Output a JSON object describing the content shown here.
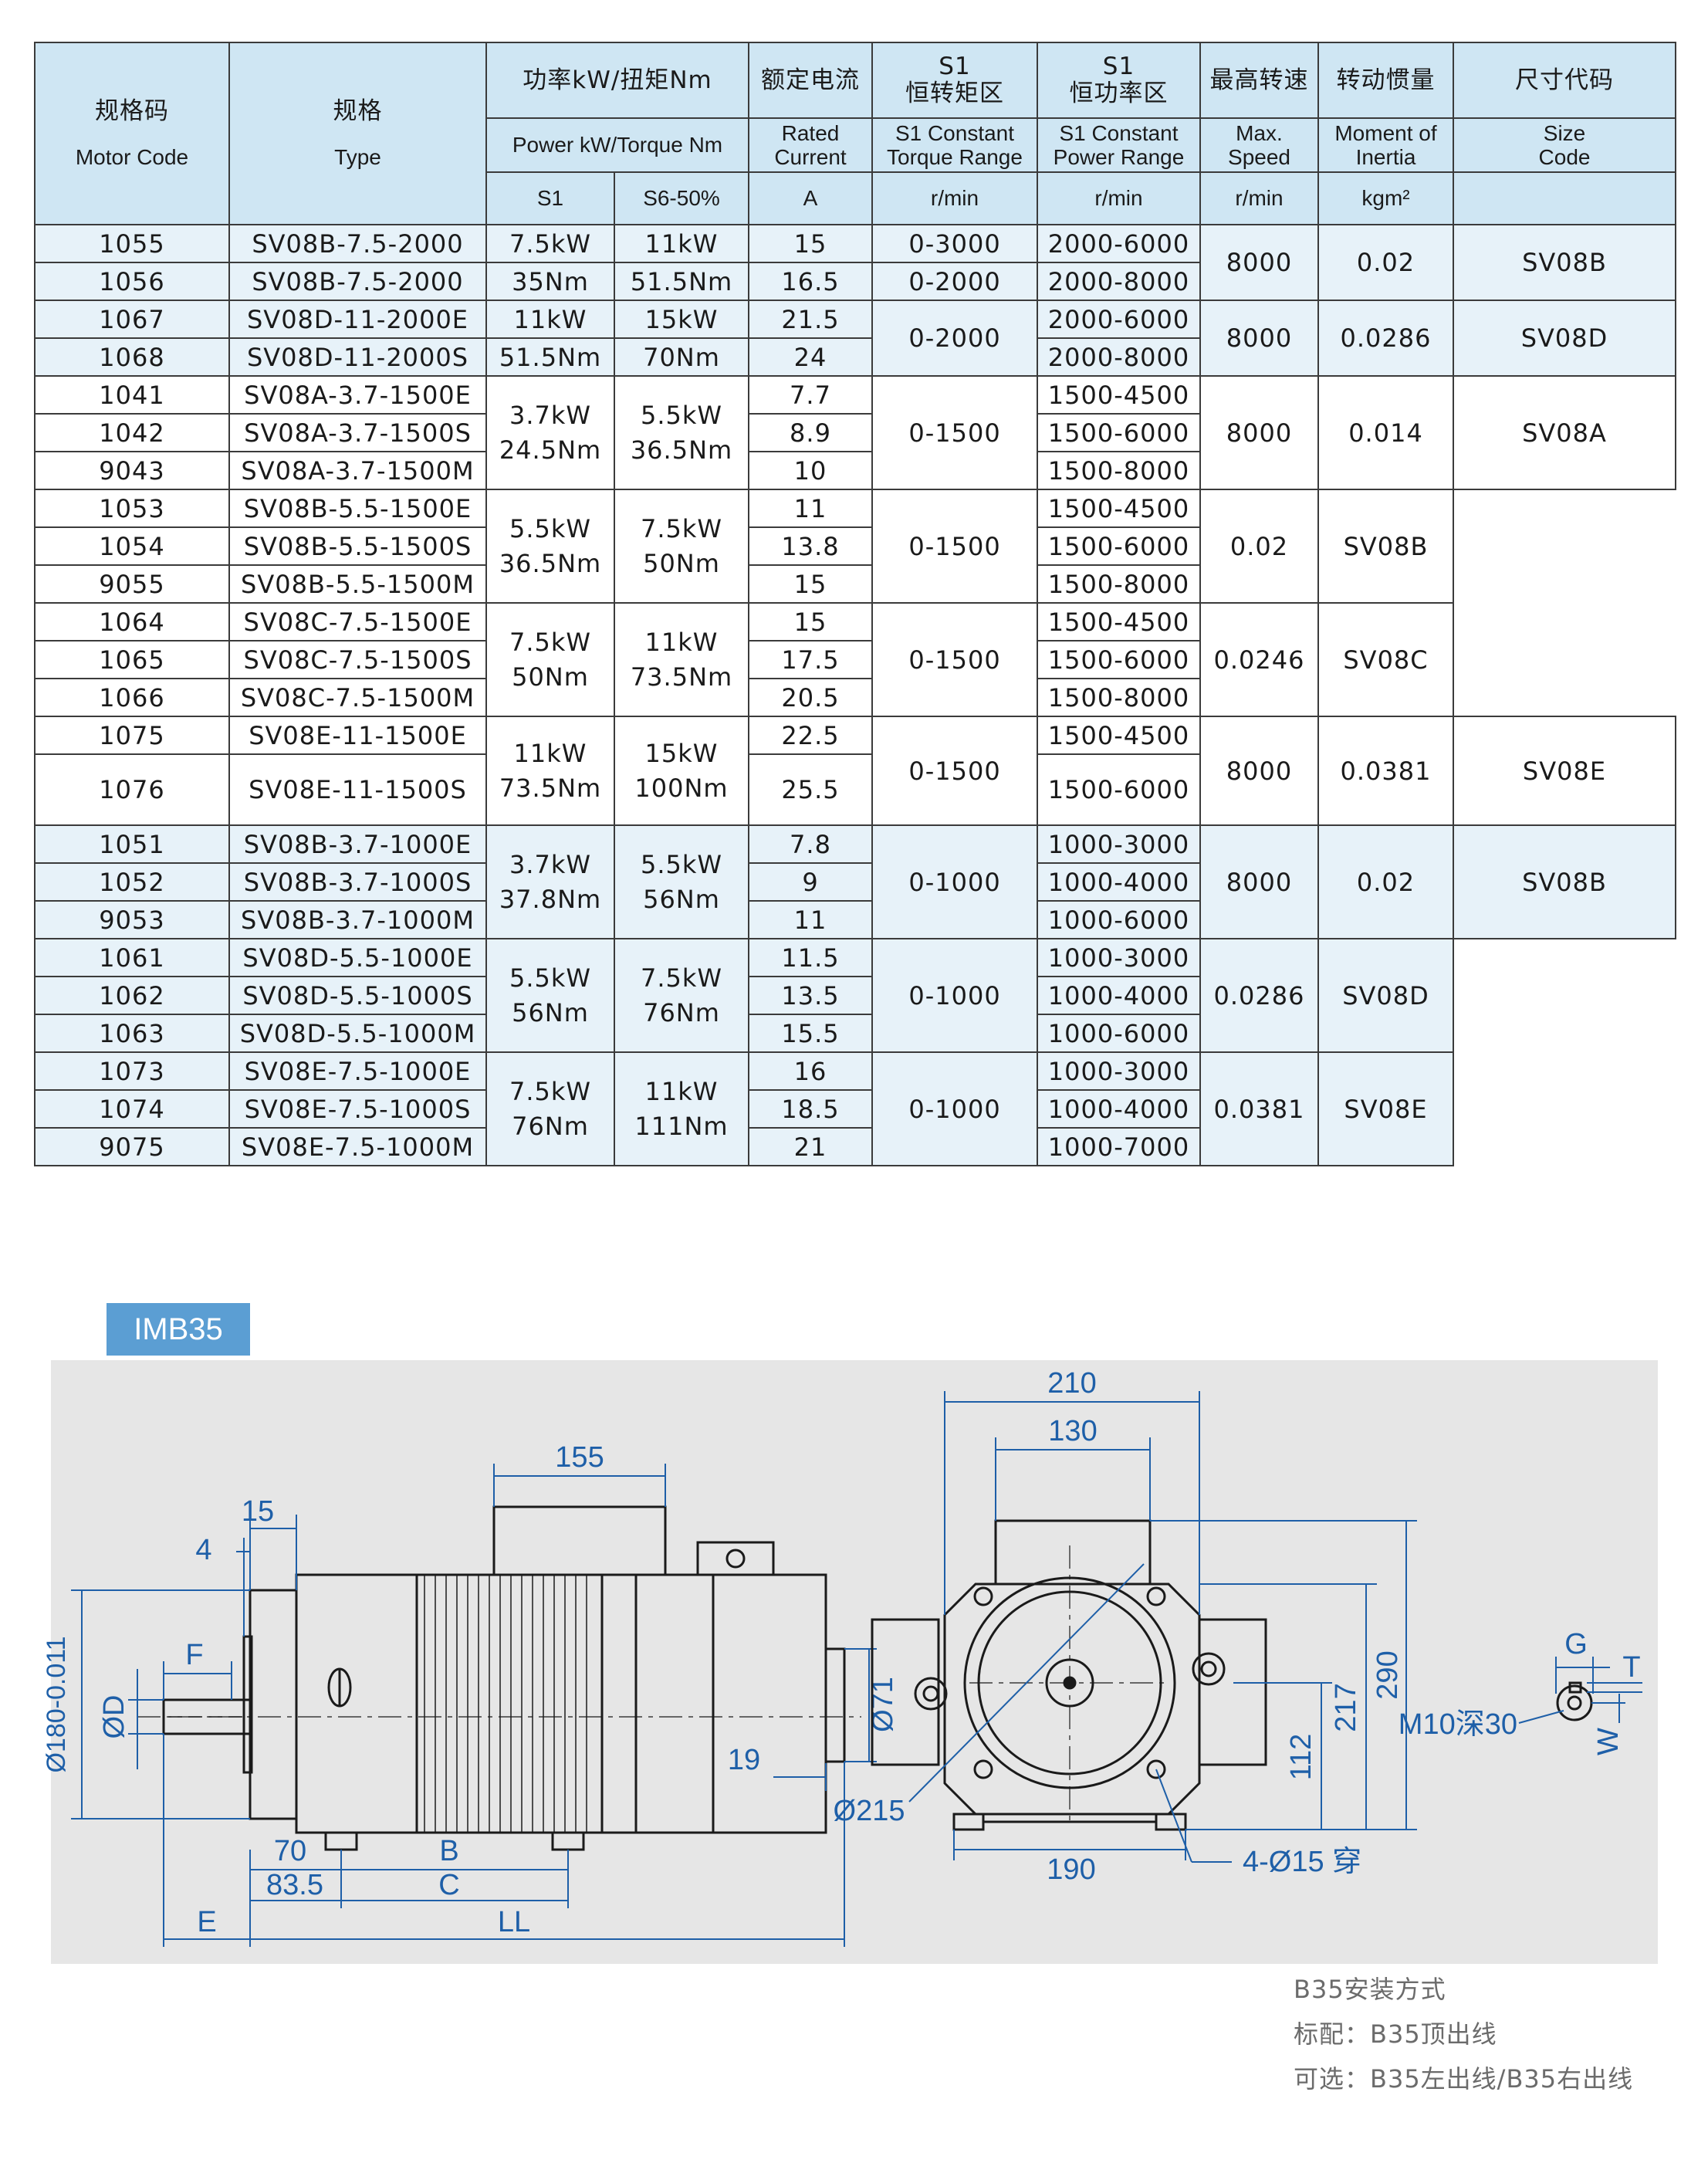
{
  "table": {
    "headers": {
      "motor_code_zh": "规格码",
      "motor_code_en": "Motor Code",
      "type_zh": "规格",
      "type_en": "Type",
      "power_zh": "功率kW/扭矩Nm",
      "power_en": "Power kW/Torque Nm",
      "power_s1": "S1",
      "power_s6": "S6-50%",
      "current_zh": "额定电流",
      "current_en_1": "Rated",
      "current_en_2": "Current",
      "current_unit": "A",
      "torque_range_s1": "S1",
      "torque_range_zh": "恒转矩区",
      "torque_range_en_1": "S1 Constant",
      "torque_range_en_2": "Torque Range",
      "torque_range_unit": "r/min",
      "power_range_s1": "S1",
      "power_range_zh": "恒功率区",
      "power_range_en_1": "S1 Constant",
      "power_range_en_2": "Power Range",
      "power_range_unit": "r/min",
      "speed_zh": "最高转速",
      "speed_en_1": "Max.",
      "speed_en_2": "Speed",
      "speed_unit": "r/min",
      "inertia_zh": "转动惯量",
      "inertia_en_1": "Moment of",
      "inertia_en_2": "Inertia",
      "inertia_unit": "kgm²",
      "size_zh": "尺寸代码",
      "size_en_1": "Size",
      "size_en_2": "Code"
    },
    "groups": [
      {
        "codes": [
          "1055",
          "1056"
        ],
        "types": [
          "SV08B-7.5-2000",
          "SV08B-7.5-2000"
        ],
        "s1": [
          "7.5kW",
          "35Nm"
        ],
        "s6": [
          "11kW",
          "51.5Nm"
        ],
        "currents": [
          "15",
          "16.5"
        ],
        "torque_ranges": [
          "0-3000",
          "0-2000"
        ],
        "power_ranges": [
          "2000-6000",
          "2000-8000"
        ],
        "speed": "8000",
        "inertia": "0.02",
        "size": "SV08B"
      },
      {
        "codes": [
          "1067",
          "1068"
        ],
        "types": [
          "SV08D-11-2000E",
          "SV08D-11-2000S"
        ],
        "s1": [
          "11kW",
          "51.5Nm"
        ],
        "s6": [
          "15kW",
          "70Nm"
        ],
        "currents": [
          "21.5",
          "24"
        ],
        "torque_ranges": [
          "0-2000"
        ],
        "power_ranges": [
          "2000-6000",
          "2000-8000"
        ],
        "speed": "8000",
        "inertia": "0.0286",
        "size": "SV08D"
      },
      {
        "codes": [
          "1041",
          "1042",
          "9043"
        ],
        "types": [
          "SV08A-3.7-1500E",
          "SV08A-3.7-1500S",
          "SV08A-3.7-1500M"
        ],
        "s1": [
          "3.7kW",
          "24.5Nm"
        ],
        "s6": [
          "5.5kW",
          "36.5Nm"
        ],
        "currents": [
          "7.7",
          "8.9",
          "10"
        ],
        "torque_ranges": [
          "0-1500"
        ],
        "power_ranges": [
          "1500-4500",
          "1500-6000",
          "1500-8000"
        ],
        "speed": "8000",
        "inertia": "0.014",
        "size": "SV08A"
      },
      {
        "codes": [
          "1053",
          "1054",
          "9055"
        ],
        "types": [
          "SV08B-5.5-1500E",
          "SV08B-5.5-1500S",
          "SV08B-5.5-1500M"
        ],
        "s1": [
          "5.5kW",
          "36.5Nm"
        ],
        "s6": [
          "7.5kW",
          "50Nm"
        ],
        "currents": [
          "11",
          "13.8",
          "15"
        ],
        "torque_ranges": [
          "0-1500"
        ],
        "power_ranges": [
          "1500-4500",
          "1500-6000",
          "1500-8000"
        ],
        "inertia": "0.02",
        "size": "SV08B"
      },
      {
        "codes": [
          "1064",
          "1065",
          "1066"
        ],
        "types": [
          "SV08C-7.5-1500E",
          "SV08C-7.5-1500S",
          "SV08C-7.5-1500M"
        ],
        "s1": [
          "7.5kW",
          "50Nm"
        ],
        "s6": [
          "11kW",
          "73.5Nm"
        ],
        "currents": [
          "15",
          "17.5",
          "20.5"
        ],
        "torque_ranges": [
          "0-1500"
        ],
        "power_ranges": [
          "1500-4500",
          "1500-6000",
          "1500-8000"
        ],
        "inertia": "0.0246",
        "size": "SV08C"
      },
      {
        "codes": [
          "1075",
          "1076"
        ],
        "types": [
          "SV08E-11-1500E",
          "SV08E-11-1500S"
        ],
        "s1": [
          "11kW",
          "73.5Nm"
        ],
        "s6": [
          "15kW",
          "100Nm"
        ],
        "currents": [
          "22.5",
          "25.5"
        ],
        "torque_ranges": [
          "0-1500"
        ],
        "power_ranges": [
          "1500-4500",
          "1500-6000"
        ],
        "speed": "8000",
        "inertia": "0.0381",
        "size": "SV08E"
      },
      {
        "codes": [
          "1051",
          "1052",
          "9053"
        ],
        "types": [
          "SV08B-3.7-1000E",
          "SV08B-3.7-1000S",
          "SV08B-3.7-1000M"
        ],
        "s1": [
          "3.7kW",
          "37.8Nm"
        ],
        "s6": [
          "5.5kW",
          "56Nm"
        ],
        "currents": [
          "7.8",
          "9",
          "11"
        ],
        "torque_ranges": [
          "0-1000"
        ],
        "power_ranges": [
          "1000-3000",
          "1000-4000",
          "1000-6000"
        ],
        "speed": "8000",
        "inertia": "0.02",
        "size": "SV08B"
      },
      {
        "codes": [
          "1061",
          "1062",
          "1063"
        ],
        "types": [
          "SV08D-5.5-1000E",
          "SV08D-5.5-1000S",
          "SV08D-5.5-1000M"
        ],
        "s1": [
          "5.5kW",
          "56Nm"
        ],
        "s6": [
          "7.5kW",
          "76Nm"
        ],
        "currents": [
          "11.5",
          "13.5",
          "15.5"
        ],
        "torque_ranges": [
          "0-1000"
        ],
        "power_ranges": [
          "1000-3000",
          "1000-4000",
          "1000-6000"
        ],
        "inertia": "0.0286",
        "size": "SV08D"
      },
      {
        "codes": [
          "1073",
          "1074",
          "9075"
        ],
        "types": [
          "SV08E-7.5-1000E",
          "SV08E-7.5-1000S",
          "SV08E-7.5-1000M"
        ],
        "s1": [
          "7.5kW",
          "76Nm"
        ],
        "s6": [
          "11kW",
          "111Nm"
        ],
        "currents": [
          "16",
          "18.5",
          "21"
        ],
        "torque_ranges": [
          "0-1000"
        ],
        "power_ranges": [
          "1000-3000",
          "1000-4000",
          "1000-7000"
        ],
        "inertia": "0.0381",
        "size": "SV08E"
      }
    ]
  },
  "drawing": {
    "tag": "IMB35",
    "side_dims": {
      "d155": "155",
      "d15": "15",
      "d4": "4",
      "f": "F",
      "d180": "Ø180-0.011",
      "d_shaft": "ØD",
      "d71": "Ø71",
      "d19": "19",
      "d70": "70",
      "b": "B",
      "d83_5": "83.5",
      "c": "C",
      "e": "E",
      "ll": "LL"
    },
    "front_dims": {
      "d210": "210",
      "d130": "130",
      "d290": "290",
      "d217": "217",
      "d112": "112",
      "d215": "Ø215",
      "d190": "190",
      "holes": "4-Ø15 穿"
    },
    "shaft_dims": {
      "g": "G",
      "t": "T",
      "w": "W",
      "thread": "M10深30"
    }
  },
  "notes": {
    "mount": "B35安装方式",
    "standard": "标配：B35顶出线",
    "optional": "可选：B35左出线/B35右出线"
  },
  "colors": {
    "header_bg": "#cfe6f3",
    "band_bg": "#e7f2f9",
    "drawing_bg": "#e6e6e6",
    "dim_blue": "#1e5fa8",
    "tag_bg": "#5b9ed3"
  }
}
